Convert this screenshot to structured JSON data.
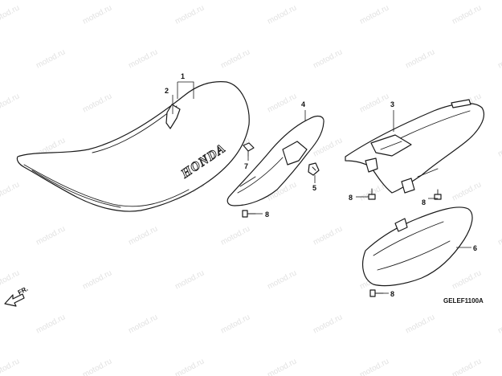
{
  "watermark_text": "motod.ru",
  "brand_text": "HONDA",
  "direction_label": "FR.",
  "diagram_code": "GELEF1100A",
  "callouts": {
    "seat_assembly": "1",
    "seat_cover": "2",
    "rear_fender": "3",
    "left_side_cover": "4",
    "grommet_nut": "5",
    "right_side_cover": "6",
    "seat_bolt": "7",
    "cover_bolt_left": "8",
    "fender_bolt_left": "8",
    "fender_bolt_right": "8",
    "cover_bolt_right": "8"
  },
  "colors": {
    "line": "#1a1a1a",
    "watermark": "#e2e2e2",
    "background": "#ffffff"
  }
}
